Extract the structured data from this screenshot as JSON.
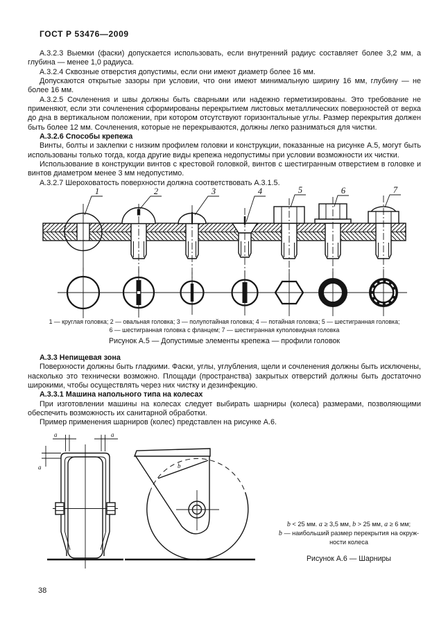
{
  "page": {
    "header": "ГОСТ Р 53476—2009",
    "number": "38"
  },
  "text1": {
    "p1": "А.3.2.3 Выемки (фаски) допускается использовать, если внутренний радиус составляет более 3,2 мм, а глубина — менее 1,0 радиуса.",
    "p2": "А.3.2.4 Сквозные  отверстия  допустимы, если они имеют диаметр более 16 мм.",
    "p3": "Допускаются открытые зазоры при условии, что они имеют минимальную ширину 16 мм, глубину — не более 16 мм.",
    "p4": "А.3.2.5 Сочленения  и  швы  должны  быть  сварными  или  надежно герметизированы. Это требование не применяют, если эти сочленения сформированы перекрытием листовых металлических поверхностей от верха до дна в вертикальном положении, при котором отсутствуют горизонтальные углы. Размер перекрытия должен быть более 12 мм. Сочленения, которые не перекрываются, должны легко разниматься для чистки.",
    "h1": "А.3.2.6 Способы крепежа",
    "p5": "Винты, болты и заклепки с низким профилем головки и конструкции, показанные на рисунке А.5, могут быть использованы только тогда, когда другие виды крепежа недопустимы при условии  возможности их  чистки.",
    "p6": "Использование в конструкции винтов с крестовой головкой, винтов с шестигранным отверстием в головке и винтов  диаметром  менее 3 мм недопустимо.",
    "p7": "А.3.2.7 Шероховатость поверхности должна соответствовать  А.3.1.5."
  },
  "figure_a5": {
    "callouts": [
      "1",
      "2",
      "3",
      "4",
      "5",
      "6",
      "7"
    ],
    "legend_line1": "1 — круглая  головка;  2 — овальная  головка;  3 — полупотайная  головка; 4 — потайная головка; 5 — шестигранная головка;",
    "legend_line2": "6 — шестигранная головка с фланцем; 7 — шестигранная  куполовидная головка",
    "caption": "Рисунок А.5 — Допустимые элементы крепежа — профили головок"
  },
  "text2": {
    "h2": "А.3.3 Непищевая зона",
    "p8": "Поверхности должны быть гладкими. Фаски, углы, углубления, щели и сочленения должны быть исключены, насколько это технически возможно. Площади (пространства) закрытых отверстий должны быть достаточно широкими, чтобы осуществлять через них чистку и дезинфекцию.",
    "h3": "А.3.3.1 Машина напольного типа на колесах",
    "p9": "При изготовлении машины на колесах следует выбирать шарниры (колеса) размерами, позволяющими обеспечить возможность их санитарной обработки.",
    "p10": "Пример применения шарниров (колес) представлен на рисунке А.6."
  },
  "figure_a6": {
    "label_a": "a",
    "label_b": "b",
    "note": {
      "v1": "b",
      "s1": " < 25 мм.  ",
      "v2": "a",
      "s2": " ≥ 3,5 мм,  ",
      "v3": "b",
      "s3": " > 25 мм,  ",
      "v4": "a",
      "s4": " ≥ 6 мм;",
      "v5": "b",
      "s5": " — наибольший  размер  перекрытия  на  окруж-",
      "s6": "ности колеса"
    },
    "caption": "Рисунок А.6  —  Шарниры"
  }
}
